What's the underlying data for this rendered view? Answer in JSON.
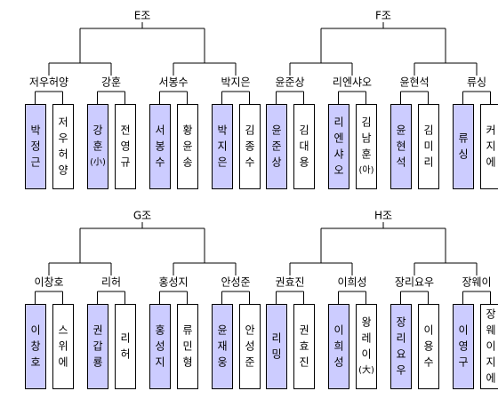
{
  "groups": [
    {
      "title": "E조",
      "pairs": [
        {
          "winner": "저우허양",
          "players": [
            {
              "name": "박정근",
              "won": true
            },
            {
              "name": "저우허양",
              "won": false
            }
          ]
        },
        {
          "winner": "강훈",
          "players": [
            {
              "name": "강훈(小)",
              "won": true
            },
            {
              "name": "전영규",
              "won": false
            }
          ]
        },
        {
          "winner": "서봉수",
          "players": [
            {
              "name": "서봉수",
              "won": true
            },
            {
              "name": "황윤송",
              "won": false
            }
          ]
        },
        {
          "winner": "박지은",
          "players": [
            {
              "name": "박지은",
              "won": true
            },
            {
              "name": "김종수",
              "won": false
            }
          ]
        }
      ]
    },
    {
      "title": "F조",
      "pairs": [
        {
          "winner": "윤준상",
          "players": [
            {
              "name": "윤준상",
              "won": true
            },
            {
              "name": "김대용",
              "won": false
            }
          ]
        },
        {
          "winner": "리엔샤오",
          "players": [
            {
              "name": "리엔샤오",
              "won": true
            },
            {
              "name": "김남훈(아)",
              "won": false
            }
          ]
        },
        {
          "winner": "윤현석",
          "players": [
            {
              "name": "윤현석",
              "won": true
            },
            {
              "name": "김미리",
              "won": false
            }
          ]
        },
        {
          "winner": "류싱",
          "players": [
            {
              "name": "류싱",
              "won": true
            },
            {
              "name": "커지에",
              "won": false
            }
          ]
        }
      ]
    },
    {
      "title": "G조",
      "pairs": [
        {
          "winner": "이창호",
          "players": [
            {
              "name": "이창호",
              "won": true
            },
            {
              "name": "스위에",
              "won": false
            }
          ]
        },
        {
          "winner": "리허",
          "players": [
            {
              "name": "권갑룡",
              "won": true
            },
            {
              "name": "리허",
              "won": false
            }
          ]
        },
        {
          "winner": "홍성지",
          "players": [
            {
              "name": "홍성지",
              "won": true
            },
            {
              "name": "류민형",
              "won": false
            }
          ]
        },
        {
          "winner": "안성준",
          "players": [
            {
              "name": "윤재웅",
              "won": true
            },
            {
              "name": "안성준",
              "won": false
            }
          ]
        }
      ]
    },
    {
      "title": "H조",
      "pairs": [
        {
          "winner": "권효진",
          "players": [
            {
              "name": "리밍",
              "won": true
            },
            {
              "name": "권효진",
              "won": false
            }
          ]
        },
        {
          "winner": "이희성",
          "players": [
            {
              "name": "이희성",
              "won": true
            },
            {
              "name": "왕레이(大)",
              "won": false
            }
          ]
        },
        {
          "winner": "장리요우",
          "players": [
            {
              "name": "장리요우",
              "won": true
            },
            {
              "name": "이용수",
              "won": false
            }
          ]
        },
        {
          "winner": "장웨이",
          "players": [
            {
              "name": "이영구",
              "won": true
            },
            {
              "name": "장웨이지에",
              "won": false
            }
          ]
        }
      ]
    }
  ]
}
